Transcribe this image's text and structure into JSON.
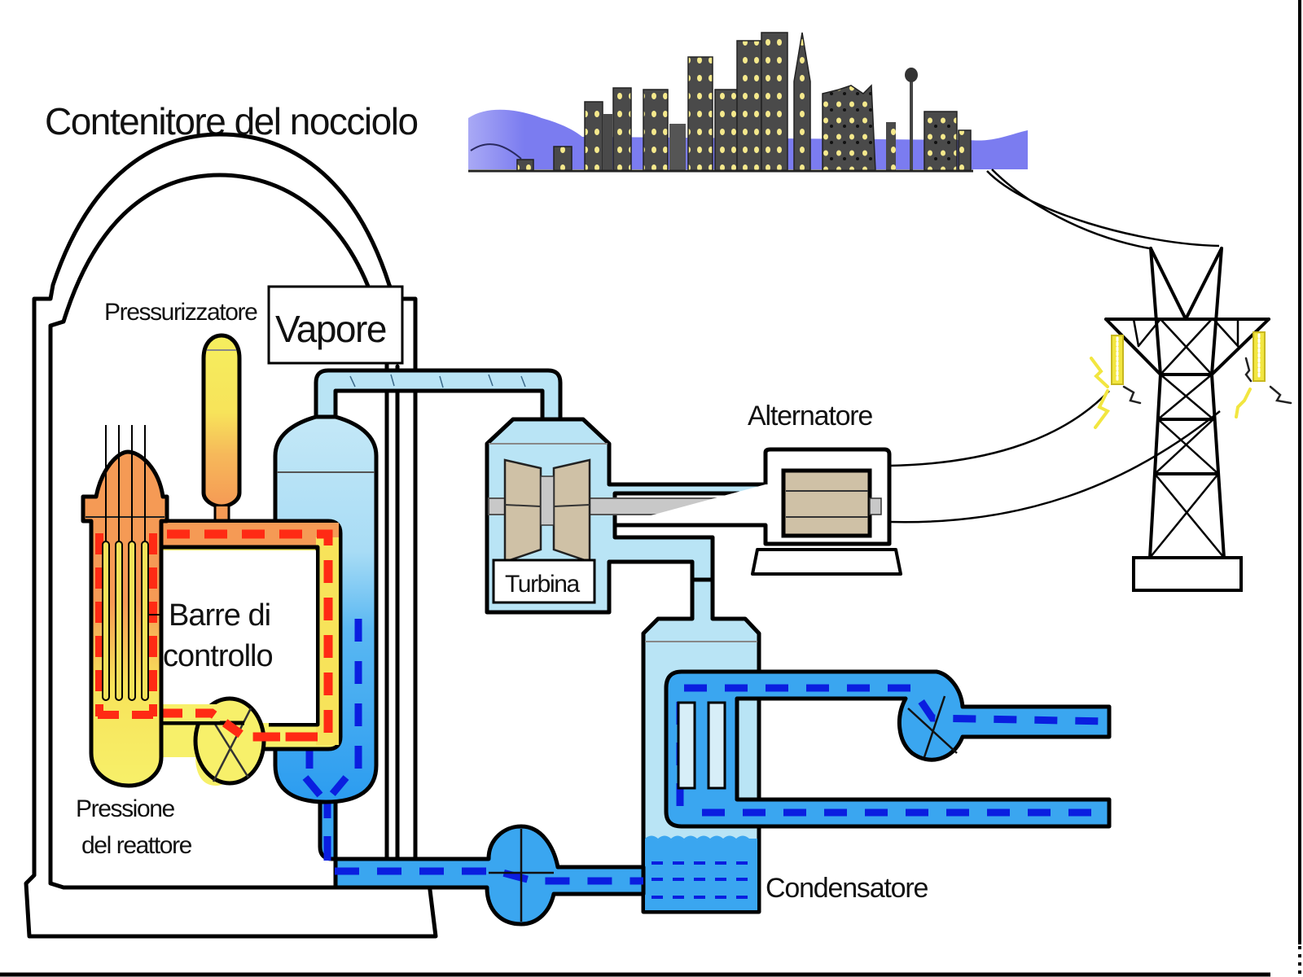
{
  "title": "Contenitore del nocciolo",
  "labels": {
    "containment": "Contenitore del nocciolo",
    "pressurizer": "Pressurizzatore",
    "steam": "Vapore",
    "alternator": "Alternatore",
    "turbine": "Turbina",
    "control_rods_line1": "Barre di",
    "control_rods_line2": "controllo",
    "reactor_pressure_line1": "Pressione",
    "reactor_pressure_line2": "del reattore",
    "condenser": "Condensatore"
  },
  "colors": {
    "primary_loop_fill": "#f7f06a",
    "primary_loop_hot": "#f59a55",
    "primary_flow_dash": "#ff2a14",
    "steam_fill": "#b9e4f5",
    "water_fill": "#3aa6f0",
    "water_flow_dash": "#0a1ee0",
    "turbine_blade": "#cfc1a6",
    "shaft": "#c8c8c8",
    "sky_hills": "#7b7cf0",
    "building": "#4a4a4a",
    "window_light": "#f5e98c",
    "spark": "#f2e640"
  },
  "icons": {
    "city": "city-skyline-icon",
    "pylon": "power-pylon-icon",
    "reactor": "reactor-vessel-icon",
    "pump": "pump-icon"
  }
}
